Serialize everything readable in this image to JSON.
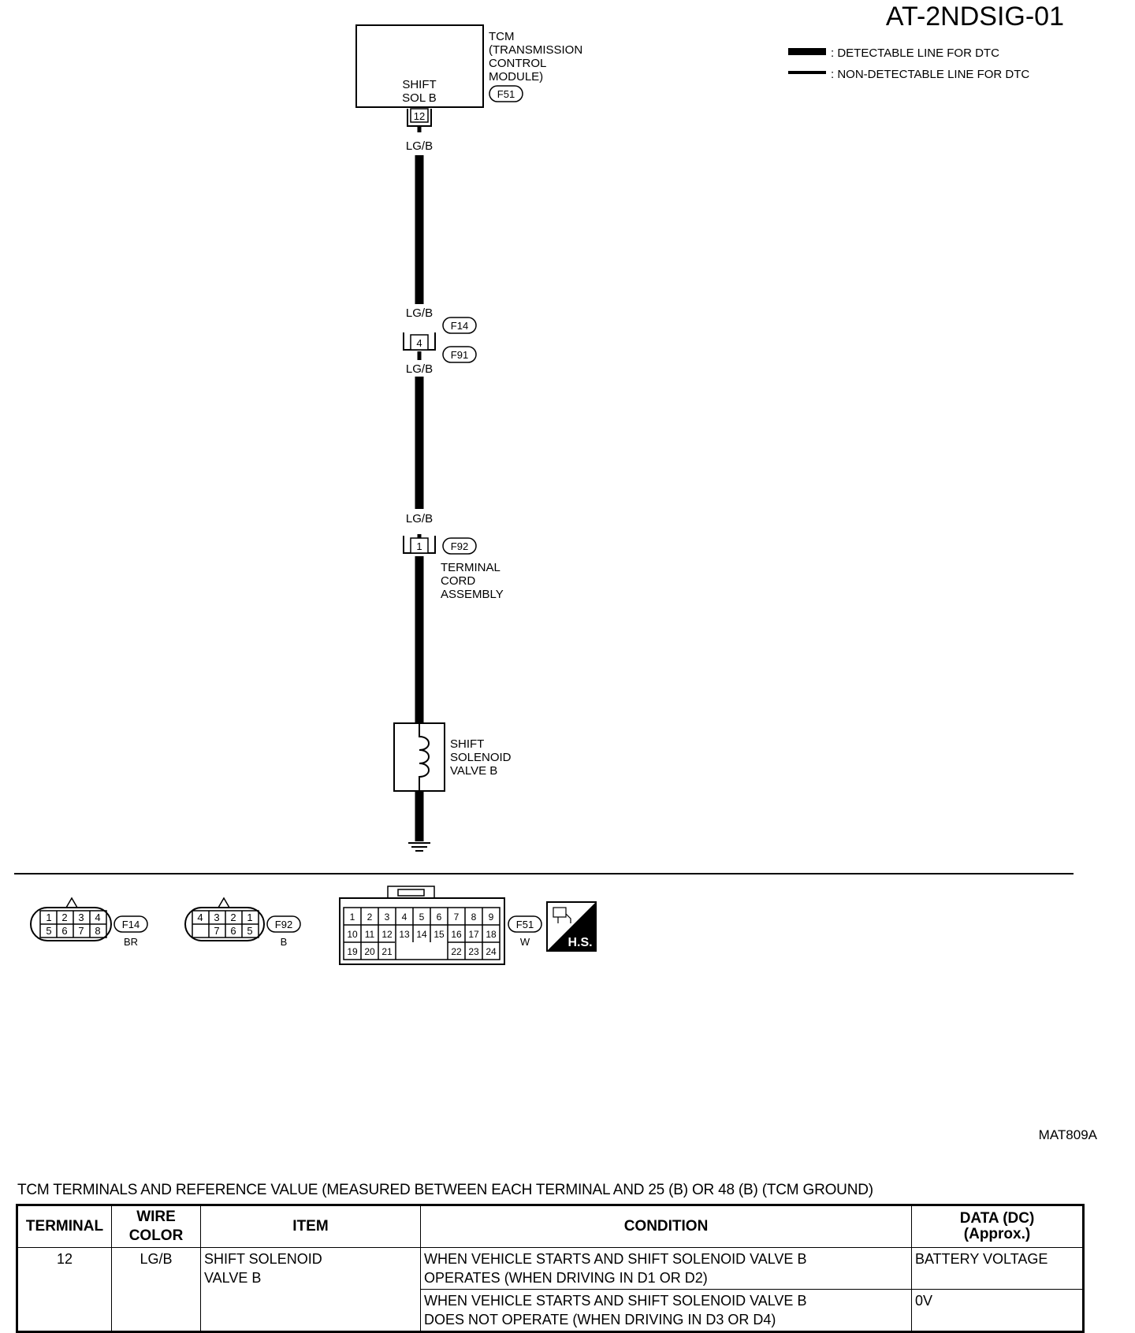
{
  "diagram_id": "AT-2NDSIG-01",
  "legend": {
    "detectable": ": DETECTABLE LINE FOR DTC",
    "non_detectable": ": NON-DETECTABLE LINE FOR DTC"
  },
  "tcm": {
    "label_lines": [
      "TCM",
      "(TRANSMISSION",
      "CONTROL",
      "MODULE)"
    ],
    "pin_label_lines": [
      "SHIFT",
      "SOL B"
    ],
    "pin": "12",
    "connector": "F51"
  },
  "wire_color": "LG/B",
  "joint": {
    "pin": "4",
    "connector_upper": "F14",
    "connector_lower": "F91"
  },
  "terminal_cord": {
    "pin": "1",
    "connector": "F92",
    "label_lines": [
      "TERMINAL",
      "CORD",
      "ASSEMBLY"
    ]
  },
  "solenoid": {
    "label_lines": [
      "SHIFT",
      "SOLENOID",
      "VALVE B"
    ]
  },
  "connector_views": {
    "f14": {
      "id": "F14",
      "color": "BR",
      "pins_top": [
        "1",
        "2",
        "3",
        "4"
      ],
      "pins_bottom": [
        "5",
        "6",
        "7",
        "8"
      ]
    },
    "f92": {
      "id": "F92",
      "color": "B",
      "pins_top": [
        "4",
        "3",
        "2",
        "1"
      ],
      "pins_bottom": [
        "7",
        "6",
        "5"
      ]
    },
    "f51": {
      "id": "F51",
      "color": "W",
      "row1": [
        "1",
        "2",
        "3",
        "4",
        "5",
        "6",
        "7",
        "8",
        "9"
      ],
      "row2": [
        "10",
        "11",
        "12",
        "13",
        "14",
        "15",
        "16",
        "17",
        "18"
      ],
      "row3_left": [
        "19",
        "20",
        "21"
      ],
      "row3_right": [
        "22",
        "23",
        "24"
      ]
    },
    "hs_badge": "H.S."
  },
  "figure_code": "MAT809A",
  "table": {
    "caption": "TCM TERMINALS AND REFERENCE VALUE (MEASURED BETWEEN EACH TERMINAL AND 25 (B) OR 48 (B) (TCM GROUND)",
    "headers": {
      "terminal": "TERMINAL",
      "wire_color": "WIRE COLOR",
      "item": "ITEM",
      "condition": "CONDITION",
      "data_line1": "DATA (DC)",
      "data_line2": "(Approx.)"
    },
    "row": {
      "terminal": "12",
      "wire_color": "LG/B",
      "item_lines": [
        "SHIFT SOLENOID",
        "VALVE B"
      ],
      "conditions": [
        {
          "lines": [
            "WHEN VEHICLE STARTS AND SHIFT SOLENOID VALVE B",
            "OPERATES (WHEN DRIVING IN D1 OR D2)"
          ],
          "data": "BATTERY VOLTAGE"
        },
        {
          "lines": [
            "WHEN VEHICLE STARTS AND SHIFT SOLENOID VALVE B",
            "DOES NOT OPERATE (WHEN DRIVING IN D3 OR D4)"
          ],
          "data": "0V"
        }
      ]
    }
  }
}
